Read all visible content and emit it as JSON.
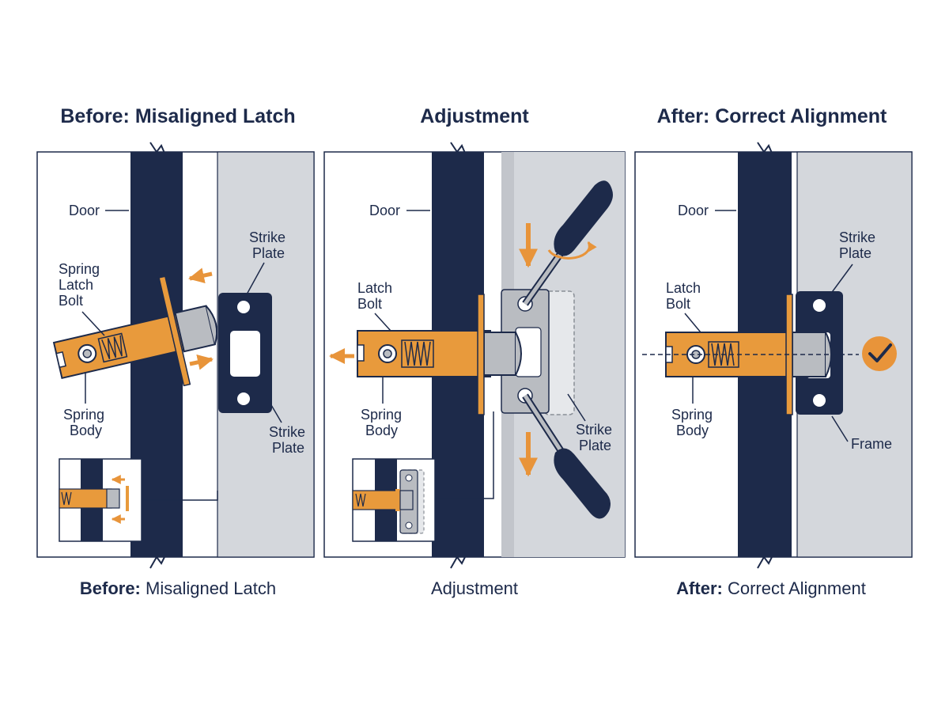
{
  "colors": {
    "navy": "#1d2a4a",
    "orange": "#e89a3c",
    "frame_gray": "#d4d7dc",
    "metal": "#b9bcc1",
    "ok_orange": "#e8943a"
  },
  "panels": [
    {
      "title": "Before: Misaligned Latch",
      "caption_bold": "Before:",
      "caption_rest": " Misaligned Latch",
      "labels": {
        "door": "Door",
        "spring_latch_bolt": [
          "Spring",
          "Latch",
          "Bolt"
        ],
        "spring_body": [
          "Spring",
          "Body"
        ],
        "strike_plate_top": [
          "Strike",
          "Plate"
        ],
        "strike_plate_bottom": [
          "Strike",
          "Plate"
        ]
      }
    },
    {
      "title": "Adjustment",
      "caption_bold": "",
      "caption_rest": "Adjustment",
      "labels": {
        "door": "Door",
        "latch_bolt": [
          "Latch",
          "Bolt"
        ],
        "spring_body": [
          "Spring",
          "Body"
        ],
        "strike_plate": [
          "Strike",
          "Plate"
        ]
      }
    },
    {
      "title": "After: Correct Alignment",
      "caption_bold": "After:",
      "caption_rest": " Correct Alignment",
      "labels": {
        "door": "Door",
        "latch_bolt": [
          "Latch",
          "Bolt"
        ],
        "spring_body": [
          "Spring",
          "Body"
        ],
        "strike_plate": [
          "Strike",
          "Plate"
        ],
        "frame": "Frame"
      }
    }
  ],
  "icons": [
    "arrow-icon",
    "screwdriver-icon",
    "rotate-icon",
    "checkmark-icon"
  ]
}
